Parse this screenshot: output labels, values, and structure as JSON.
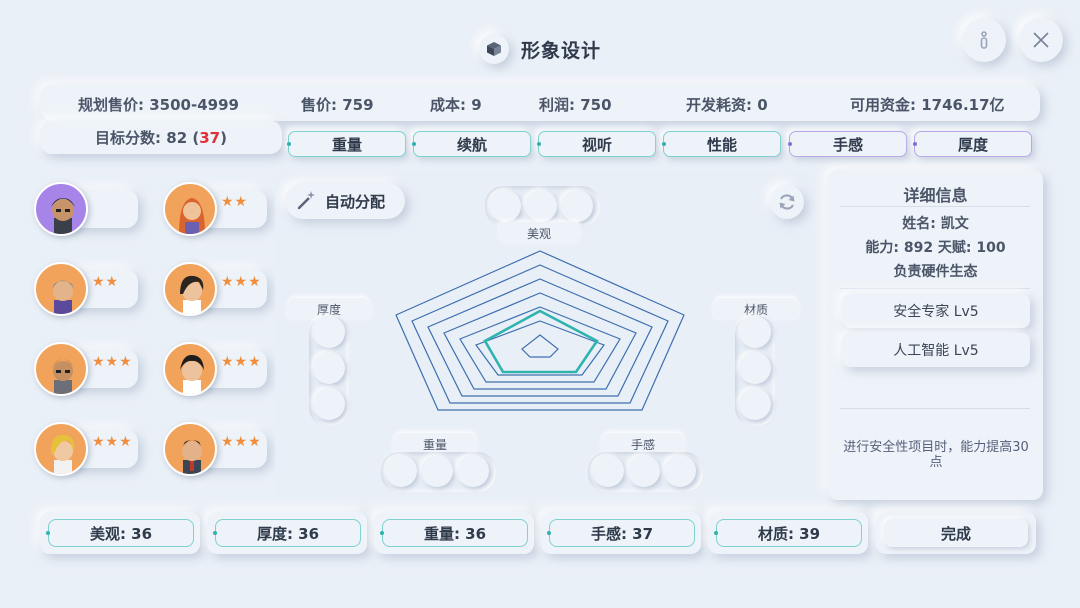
{
  "header": {
    "title": "形象设计",
    "icon": "cube-icon"
  },
  "stats": {
    "planned_price": "规划售价: 3500-4999",
    "price": "售价: 759",
    "cost": "成本: 9",
    "profit": "利润: 750",
    "dev_cost": "开发耗资: 0",
    "funds": "可用资金: 1746.17亿",
    "target_prefix": "目标分数: 82 (",
    "target_red": "37",
    "target_suffix": ")"
  },
  "tabs": [
    "重量",
    "续航",
    "视听",
    "性能",
    "手感",
    "厚度"
  ],
  "characters": [
    {
      "stars": "",
      "selected": true
    },
    {
      "stars": "★★"
    },
    {
      "stars": "★★"
    },
    {
      "stars": "★★★"
    },
    {
      "stars": "★★★"
    },
    {
      "stars": "★★★"
    },
    {
      "stars": "★★★"
    },
    {
      "stars": "★★★"
    }
  ],
  "radar": {
    "auto_label": "自动分配",
    "labels": {
      "top": "美观",
      "left": "厚度",
      "right": "材质",
      "bottom_left": "重量",
      "bottom_right": "手感"
    }
  },
  "detail": {
    "title": "详细信息",
    "name": "姓名: 凯文",
    "ability_talent": "能力: 892     天赋: 100",
    "responsibility": "负责硬件生态",
    "skills": [
      "安全专家  Lv5",
      "人工智能  Lv5"
    ],
    "description": "进行安全性项目时，能力提高30点"
  },
  "scores": [
    "美观: 36",
    "厚度: 36",
    "重量: 36",
    "手感: 37",
    "材质: 39"
  ],
  "done_label": "完成",
  "colors": {
    "accent": "#2fb3ae",
    "red": "#e0303a",
    "avatar": "#f2a35b",
    "avatar_selected": "#a784e8",
    "star": "#ef8e3e"
  }
}
